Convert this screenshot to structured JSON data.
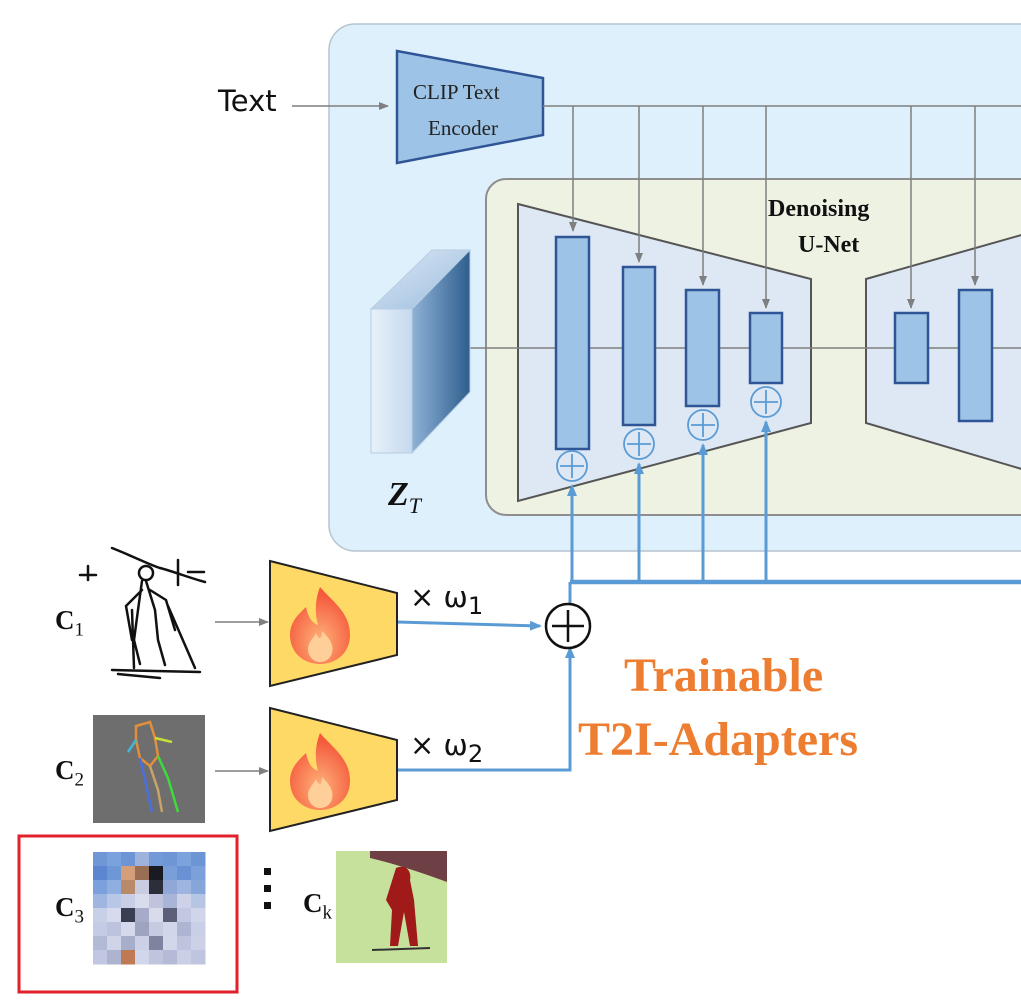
{
  "text_input": "Text",
  "clip": {
    "line1": "CLIP Text",
    "line2": "Encoder"
  },
  "unet": {
    "line1": "Denoising",
    "line2": "U-Net"
  },
  "latent": {
    "symbol": "Z",
    "subscript": "T"
  },
  "conditions": [
    {
      "symbol": "C",
      "subscript": "1",
      "image": "sketch-skier"
    },
    {
      "symbol": "C",
      "subscript": "2",
      "image": "pose-keypoints"
    },
    {
      "symbol": "C",
      "subscript": "3",
      "image": "color-palette",
      "highlighted": true
    },
    {
      "symbol": "C",
      "subscript": "k",
      "image": "segmentation-skier"
    }
  ],
  "weights": [
    {
      "symbol": "× ω",
      "subscript": "1"
    },
    {
      "symbol": "× ω",
      "subscript": "2"
    }
  ],
  "trainable": {
    "line1": "Trainable",
    "line2": "T2I-Adapters"
  },
  "icons": {
    "adapter": "flame-icon",
    "sum": "plus-circle-icon"
  },
  "colors": {
    "outer_panel": "#DDF0FB",
    "unet_panel": "#EEF2E2",
    "block_fill": "#9DC3E6",
    "block_stroke": "#2F5597",
    "adapter_fill": "#FFD966",
    "feature_line": "#5B9BD5",
    "trainable_text": "#ED7D31",
    "highlight_box": "#E0202A"
  }
}
